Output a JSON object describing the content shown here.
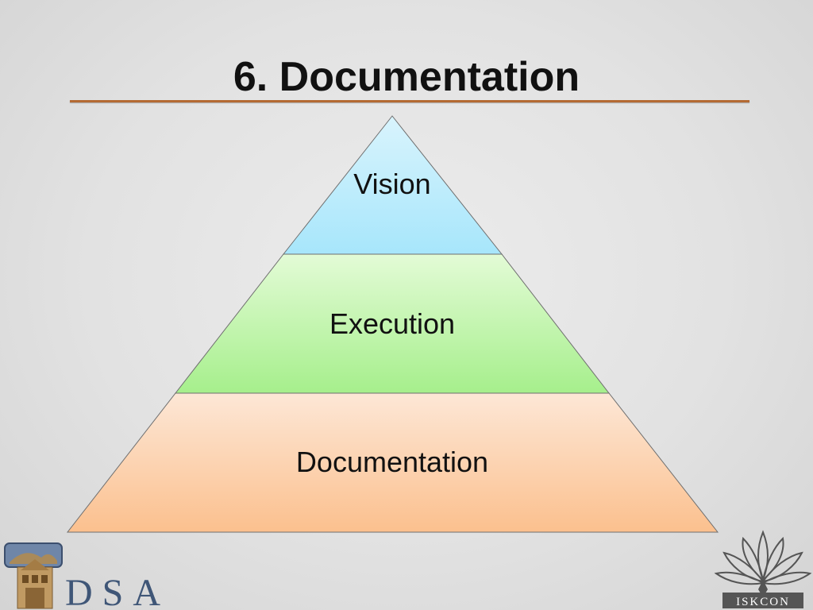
{
  "slide": {
    "title": "6. Documentation"
  },
  "pyramid": {
    "tiers": [
      {
        "label": "Vision",
        "color_top": "#d9f4fd",
        "color_bottom": "#a7e6fb"
      },
      {
        "label": "Execution",
        "color_top": "#e3fbd6",
        "color_bottom": "#a6ef8c"
      },
      {
        "label": "Documentation",
        "color_top": "#fde7d6",
        "color_bottom": "#fbc08e"
      }
    ]
  },
  "logos": {
    "left_text": "DSA",
    "right_text": "ISKCON"
  },
  "colors": {
    "accent_rule": "#b46a33"
  }
}
